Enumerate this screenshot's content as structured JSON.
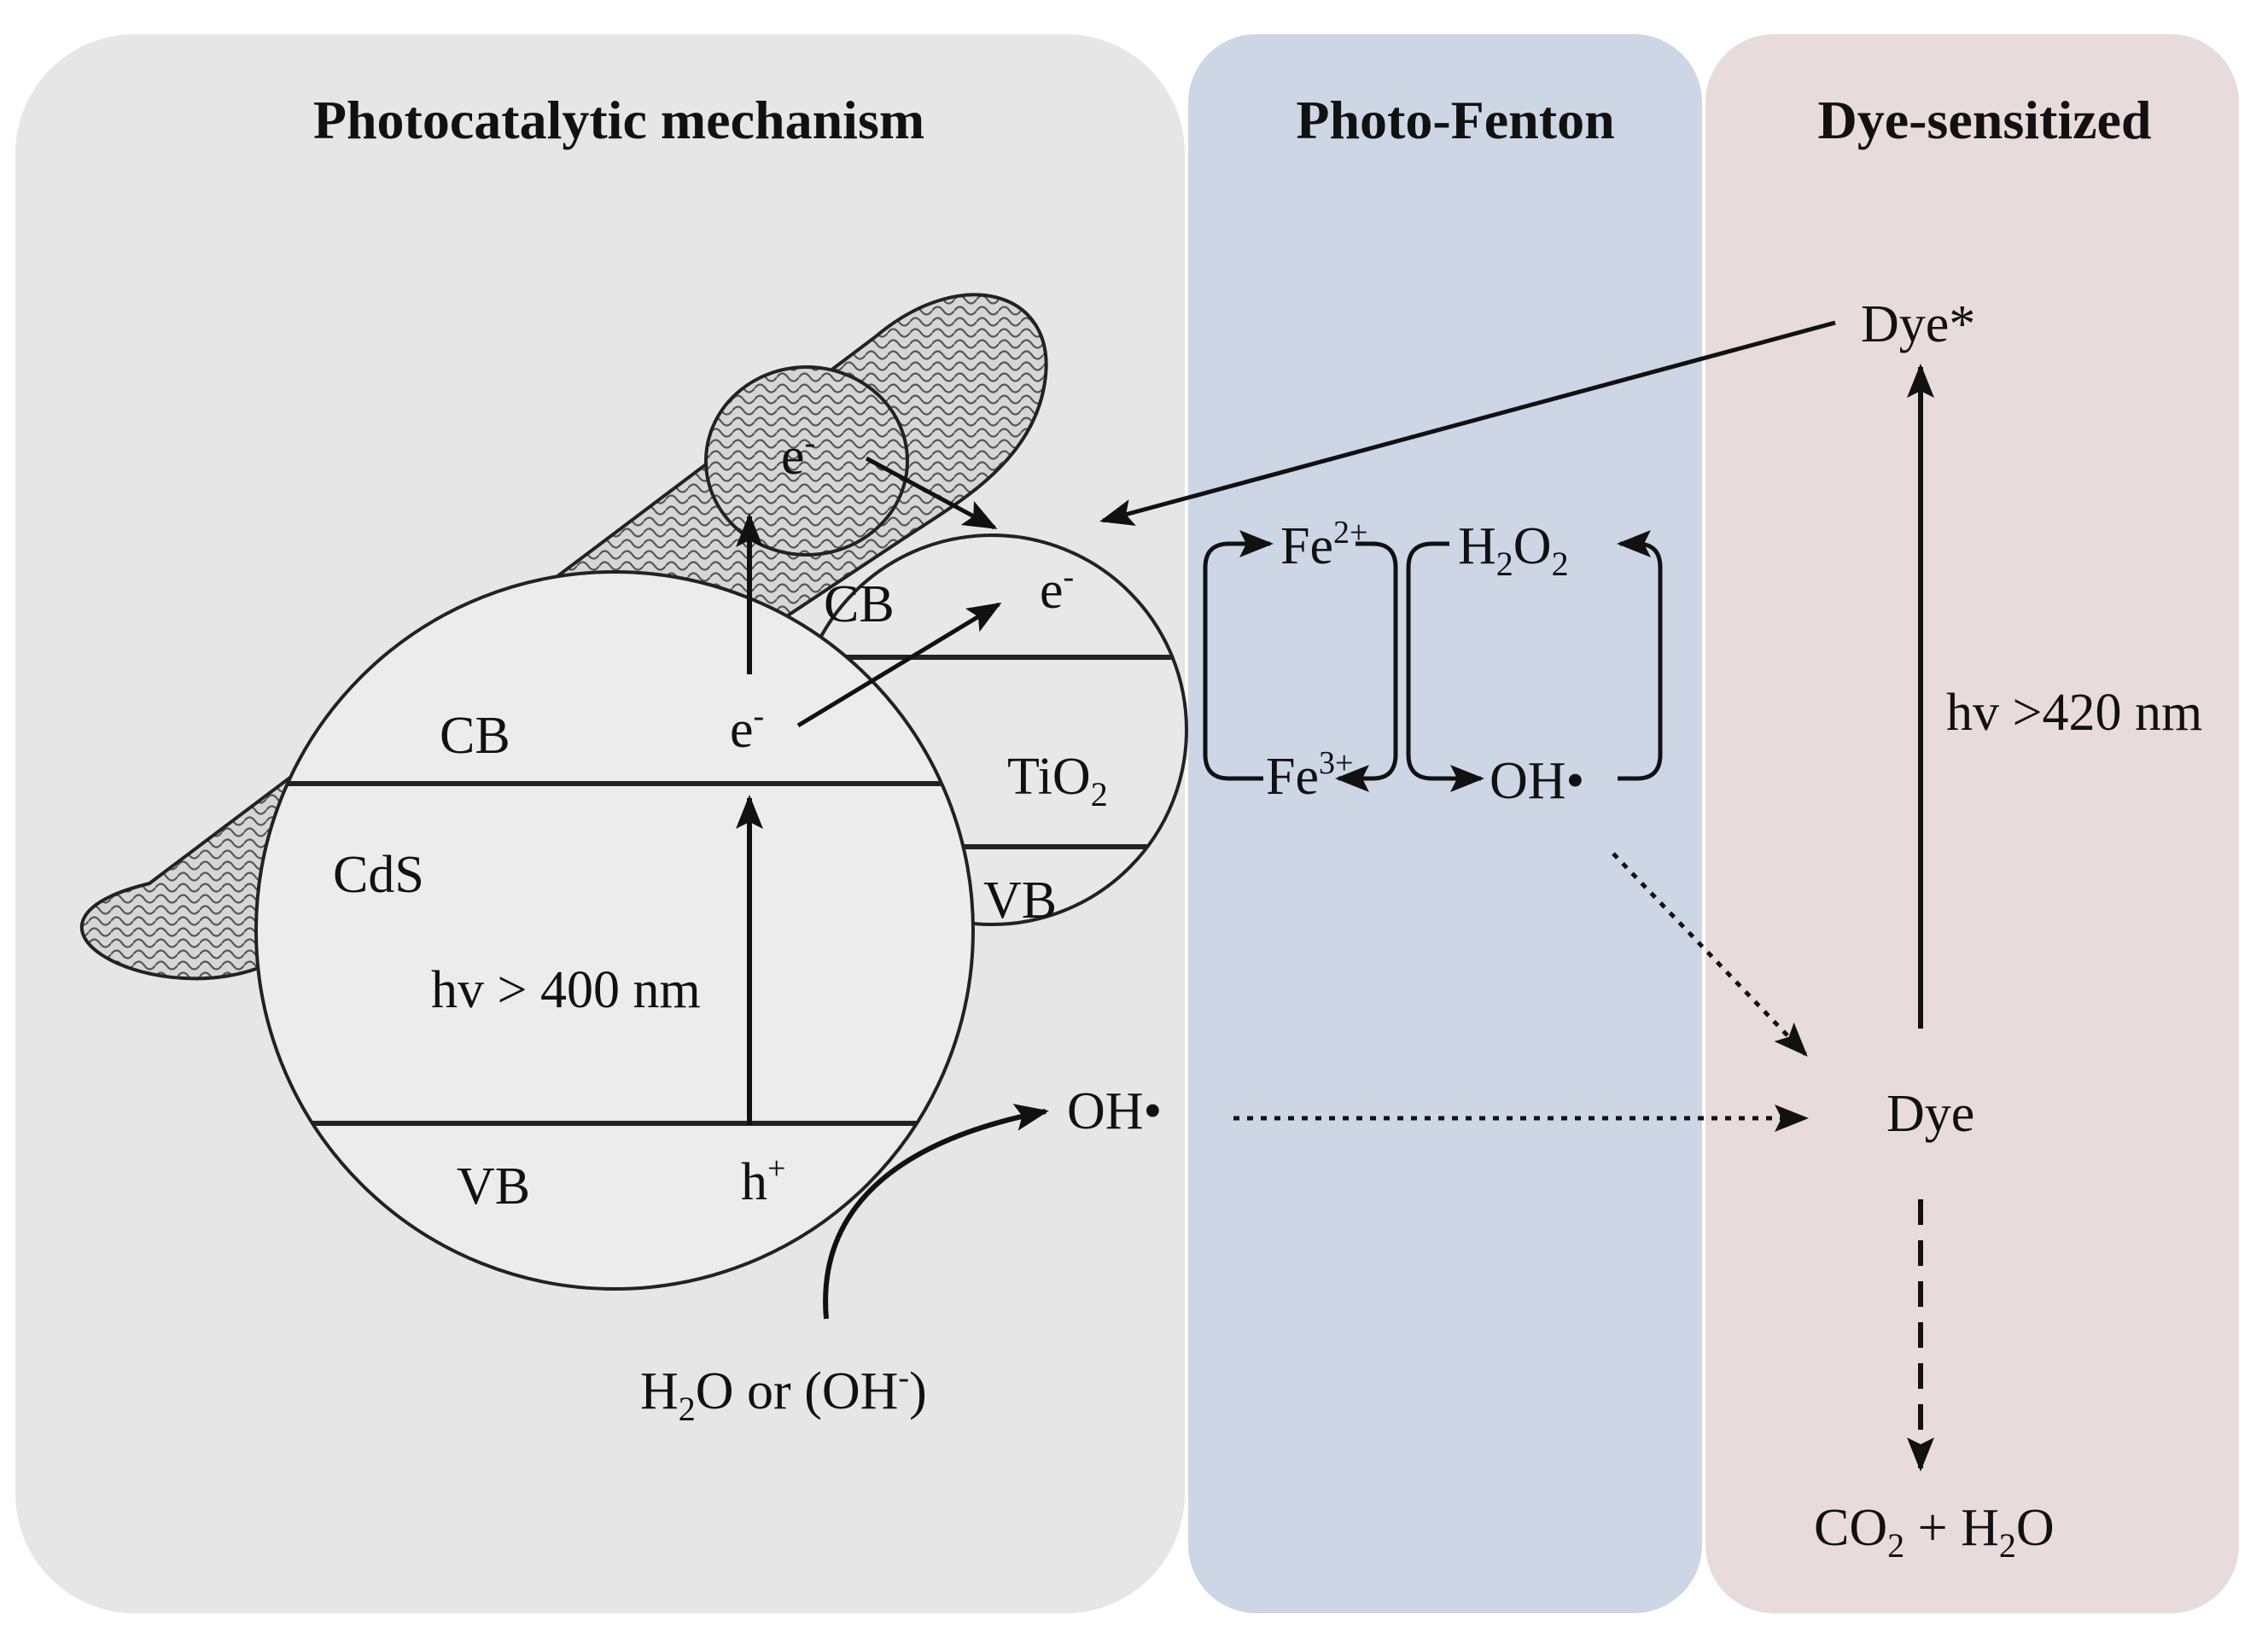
{
  "panels": {
    "photocatalytic": {
      "title": "Photocatalytic mechanism",
      "fill": "#e6e6e6"
    },
    "photo_fenton": {
      "title": "Photo-Fenton",
      "fill": "#cdd6e5"
    },
    "dye_sensitized": {
      "title": "Dye-sensitized",
      "fill": "#e7dcdb"
    }
  },
  "cds": {
    "name": "CdS",
    "cb": "CB",
    "vb": "VB",
    "electron": "e",
    "electron_sup": "-",
    "hole": "h",
    "hole_sup": "+",
    "excitation": "hv > 400 nm"
  },
  "tio2": {
    "name": "TiO",
    "name_sub": "2",
    "cb": "CB",
    "vb": "VB",
    "electron": "e",
    "electron_sup": "-"
  },
  "ellipse_electron": {
    "base": "e",
    "sup": "-"
  },
  "hydroxyl_source": {
    "p1": "H",
    "p1_sub": "2",
    "p2": "O or (OH",
    "p2_sup": "-",
    "p3": ")"
  },
  "hydroxyl_radical": "OH•",
  "fenton": {
    "fe2": "Fe",
    "fe2_sup": "2+",
    "fe3": "Fe",
    "fe3_sup": "3+",
    "h2o2_a": "H",
    "h2o2_sub1": "2",
    "h2o2_b": "O",
    "h2o2_sub2": "2",
    "oh": "OH•"
  },
  "dye": {
    "excited": "Dye*",
    "ground": "Dye",
    "excitation": "hv >420 nm",
    "product_a": "CO",
    "product_sub1": "2",
    "product_b": " + H",
    "product_sub2": "2",
    "product_c": "O"
  }
}
